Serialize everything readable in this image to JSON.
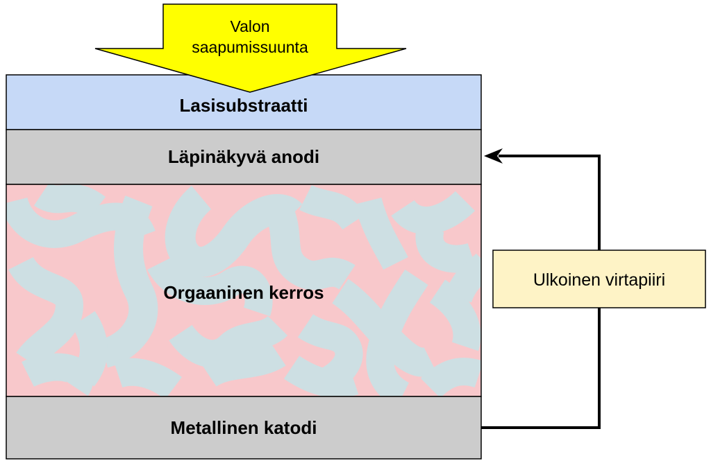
{
  "light_arrow": {
    "line1": "Valon",
    "line2": "saapumissuunta",
    "color": "#ffff00"
  },
  "layers": {
    "glass": {
      "label": "Lasisubstraatti",
      "color": "#c6d9f7"
    },
    "anode": {
      "label": "Läpinäkyvä anodi",
      "color": "#cccccc"
    },
    "organic": {
      "label": "Orgaaninen kerros",
      "color": "#f8c8cb",
      "domain_color": "#cddfe3"
    },
    "cathode": {
      "label": "Metallinen katodi",
      "color": "#cccccc"
    }
  },
  "external_circuit": {
    "label": "Ulkoinen virtapiiri",
    "color": "#fef3c6"
  }
}
